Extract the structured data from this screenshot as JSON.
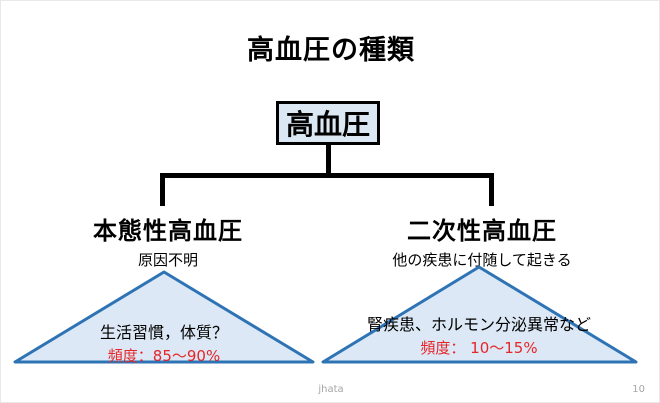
{
  "slide": {
    "title": "高血圧の種類",
    "root_box": {
      "label": "高血圧"
    },
    "branches": {
      "left": {
        "heading": "本態性高血圧",
        "subheading": "原因不明",
        "triangle_label": "生活習慣，体質？",
        "triangle_frequency": "頻度：85〜90%"
      },
      "right": {
        "heading": "二次性高血圧",
        "subheading": "他の疾患に付随して起きる",
        "triangle_label": "腎疾患、ホルモン分泌異常など",
        "triangle_frequency": "頻度： 10〜15%"
      }
    },
    "footer": {
      "author": "jhata",
      "page_number": "10"
    },
    "colors": {
      "box_fill": "#dce7f4",
      "triangle_fill": "#dce8f5",
      "triangle_border": "#2e74b5",
      "frequency_text": "#e62629",
      "footer_text": "#a6a6a6"
    }
  }
}
